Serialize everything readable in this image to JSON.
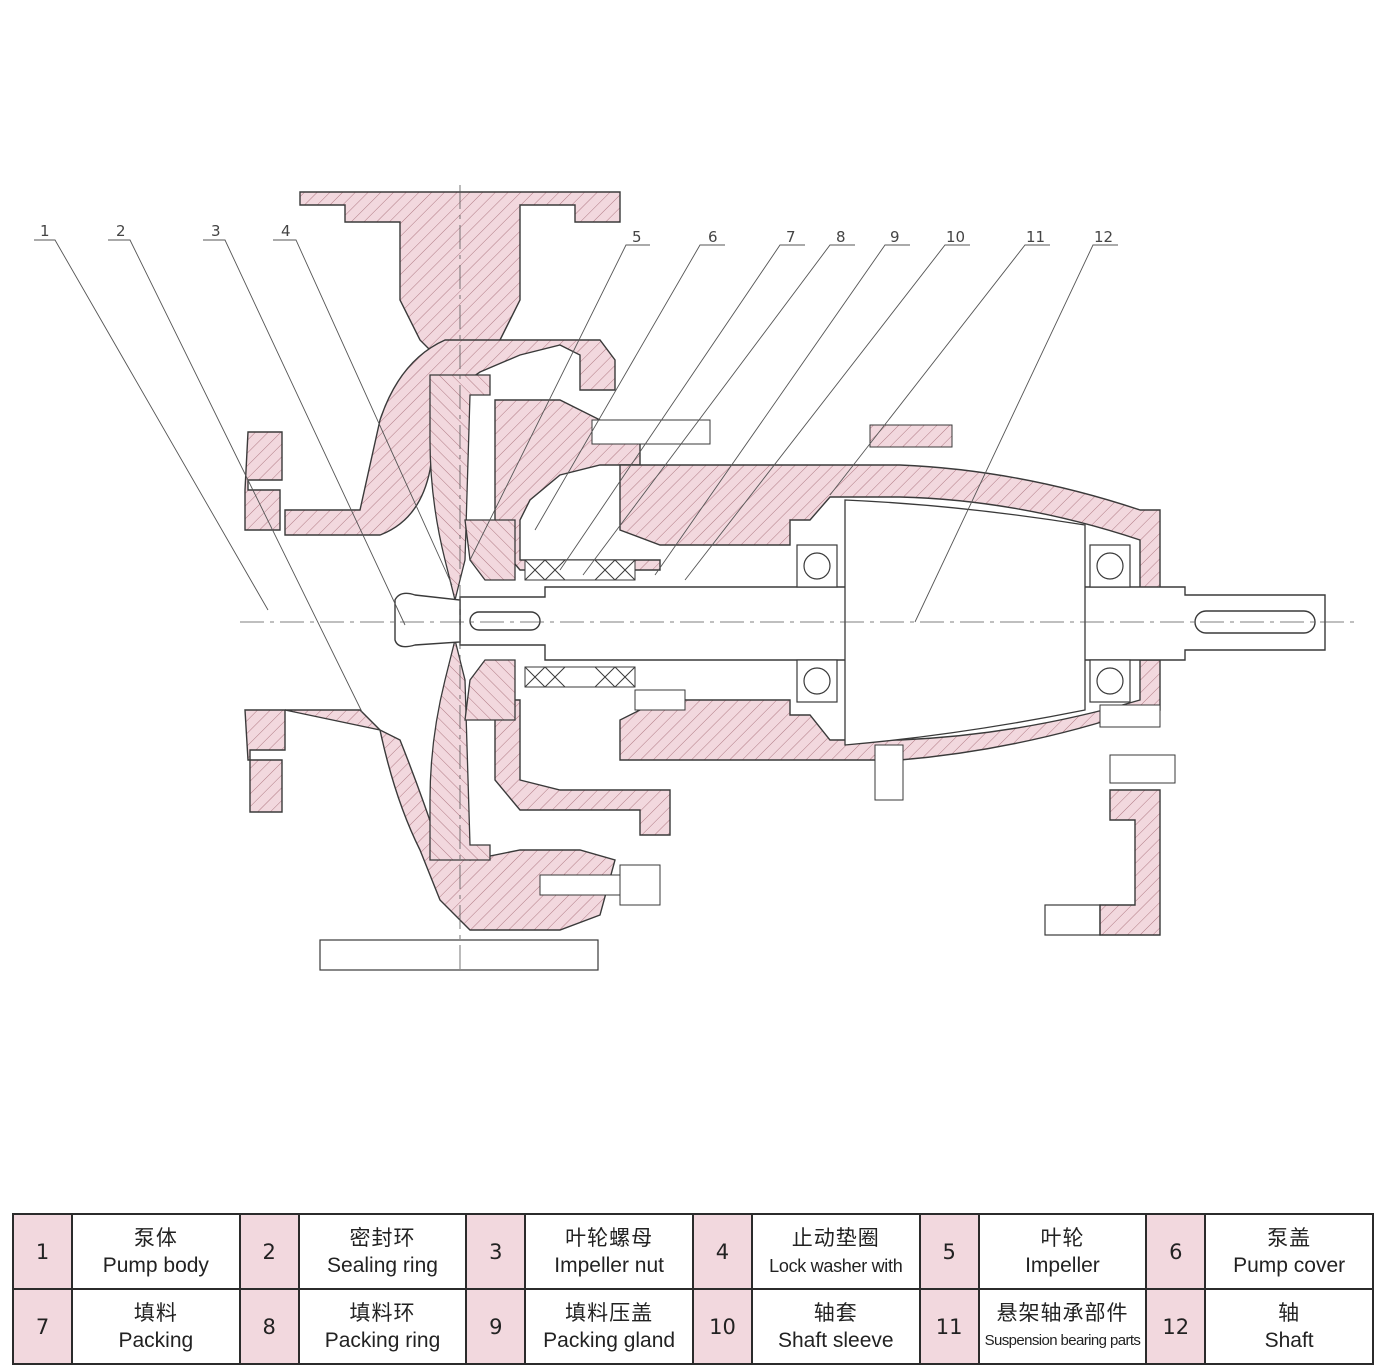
{
  "diagram": {
    "callouts": [
      "1",
      "2",
      "3",
      "4",
      "5",
      "6",
      "7",
      "8",
      "9",
      "10",
      "11",
      "12"
    ]
  },
  "parts": [
    {
      "num": "1",
      "cn": "泵体",
      "en": "Pump body"
    },
    {
      "num": "2",
      "cn": "密封环",
      "en": "Sealing ring"
    },
    {
      "num": "3",
      "cn": "叶轮螺母",
      "en": "Impeller nut"
    },
    {
      "num": "4",
      "cn": "止动垫圈",
      "en": "Lock washer with"
    },
    {
      "num": "5",
      "cn": "叶轮",
      "en": "Impeller"
    },
    {
      "num": "6",
      "cn": "泵盖",
      "en": "Pump cover"
    },
    {
      "num": "7",
      "cn": "填料",
      "en": "Packing"
    },
    {
      "num": "8",
      "cn": "填料环",
      "en": "Packing ring"
    },
    {
      "num": "9",
      "cn": "填料压盖",
      "en": "Packing gland"
    },
    {
      "num": "10",
      "cn": "轴套",
      "en": "Shaft sleeve"
    },
    {
      "num": "11",
      "cn": "悬架轴承部件",
      "en": "Suspension bearing parts"
    },
    {
      "num": "12",
      "cn": "轴",
      "en": "Shaft"
    }
  ],
  "colors": {
    "section_fill": "#f2d8de",
    "line": "#3a3a3a",
    "hatch": "#b07a84"
  }
}
